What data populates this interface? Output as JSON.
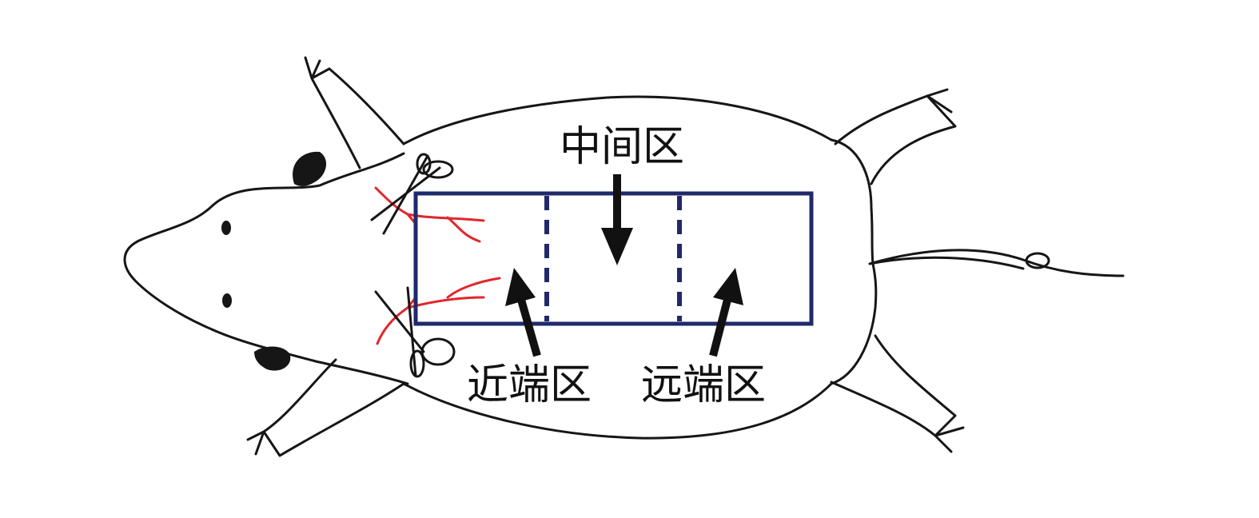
{
  "labels": {
    "middle": "中间区",
    "proximal": "近端区",
    "distal": "远端区"
  },
  "colors": {
    "outline": "#161616",
    "vessel": "#e2262b",
    "zone_box": "#1f2a6b",
    "arrow": "#111111"
  }
}
